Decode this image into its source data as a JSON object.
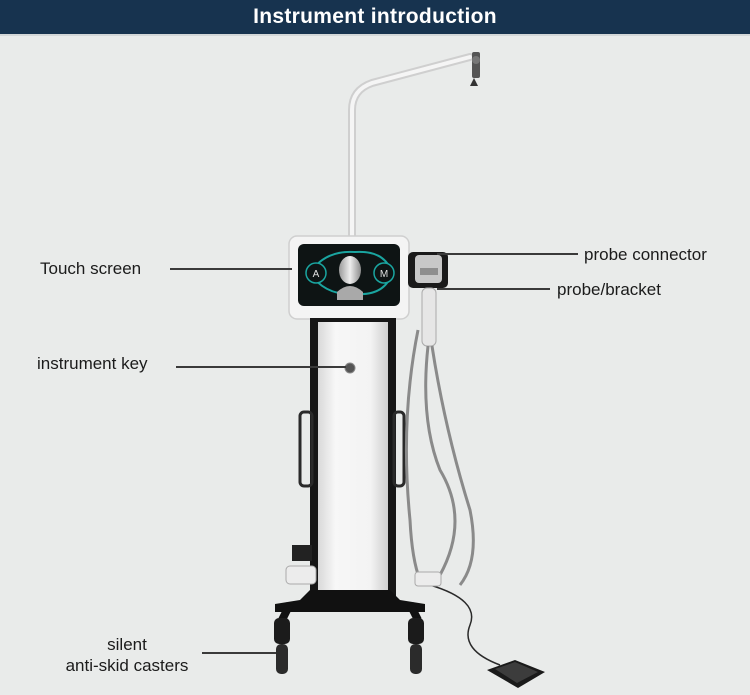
{
  "header": {
    "title": "Instrument introduction"
  },
  "labels": {
    "touch_screen": "Touch screen",
    "instrument_key": "instrument key",
    "probe_connector": "probe connector",
    "probe_bracket": "probe/bracket",
    "casters_line1": "silent",
    "casters_line2": "anti-skid casters"
  },
  "screen": {
    "left_button": "A",
    "right_button": "M"
  },
  "colors": {
    "header_bg": "#17334f",
    "background": "#e9ebea",
    "device_body": "#f2f2f2",
    "device_trim": "#1a1a1a",
    "screen_accent": "#1aa5a0"
  }
}
